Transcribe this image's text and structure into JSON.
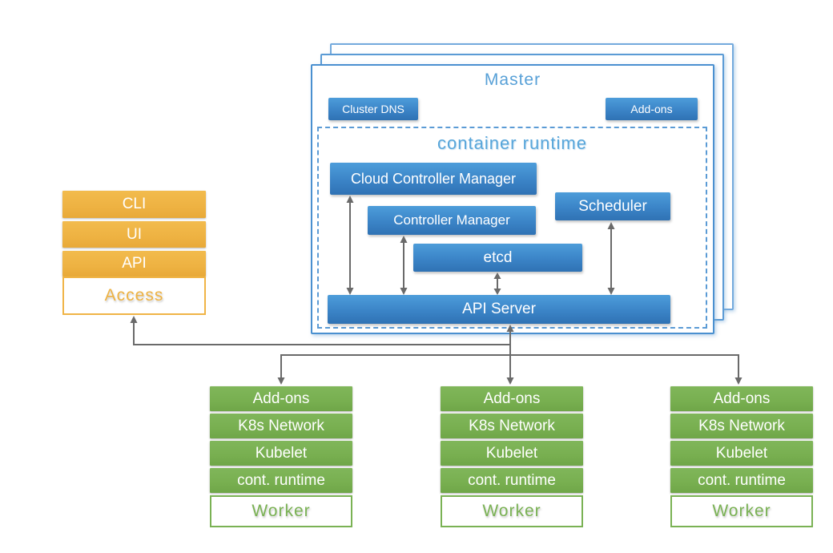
{
  "access_stack": {
    "layers": [
      "CLI",
      "UI",
      "API"
    ],
    "base": "Access"
  },
  "master": {
    "title": "Master",
    "buttons": {
      "cluster_dns": "Cluster DNS",
      "addons": "Add-ons"
    },
    "container_runtime": {
      "title": "container runtime",
      "cloud_controller_manager": "Cloud Controller Manager",
      "controller_manager": "Controller Manager",
      "scheduler": "Scheduler",
      "etcd": "etcd",
      "api_server": "API Server"
    }
  },
  "workers": {
    "layers": [
      "Add-ons",
      "K8s Network",
      "Kubelet",
      "cont. runtime"
    ],
    "base": "Worker"
  },
  "colors": {
    "component_blue_top": "#4d9dda",
    "component_blue_bottom": "#2f72b4",
    "outline_blue": "#4a90d0",
    "title_blue": "#57a0d7",
    "access_orange": "#eeb242",
    "worker_green": "#7ab254",
    "arrow_gray": "#6a6a6a"
  }
}
